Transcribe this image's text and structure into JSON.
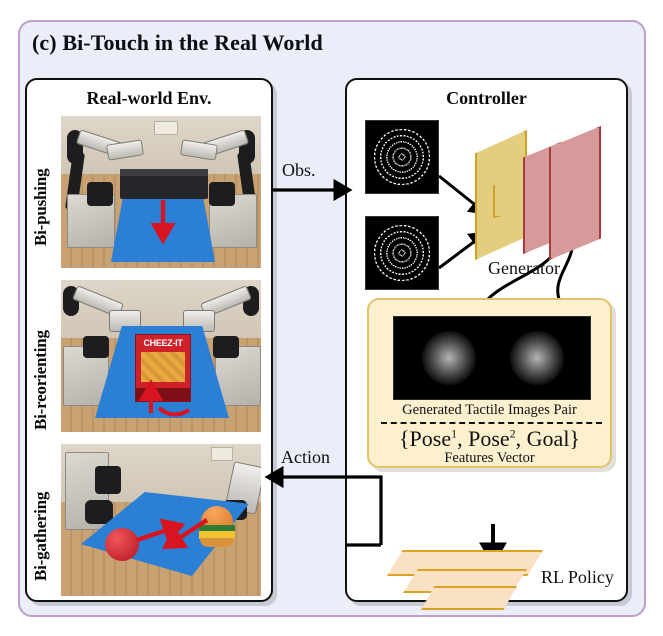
{
  "figure": {
    "title": "(c) Bi-Touch in the Real World",
    "accent_border": "#bfa0cc",
    "background": "#eaeef9"
  },
  "env_panel": {
    "title": "Real-world Env.",
    "rows": [
      {
        "label": "Bi-pushing",
        "caption": "two robot arms pushing a dark block on a blue mat, red arrow pointing down"
      },
      {
        "label": "Bi-reorienting",
        "caption": "two robot arms reorienting a Cheez-It box on a blue mat, curved red arrow"
      },
      {
        "label": "Bi-gathering",
        "caption": "two robot arms gathering a red apple and a burger toy, two red arrows converging"
      }
    ],
    "object_labels": {
      "cracker_box_brand": "CHEEZ-IT"
    }
  },
  "controller_panel": {
    "title": "Controller",
    "generator_label": "Generator",
    "generated_card": {
      "caption": "Generated Tactile Images Pair",
      "features_formula": "{Pose1, Pose2, Goal}",
      "features_caption": "Features Vector"
    },
    "rl_policy_label": "RL Policy"
  },
  "flow": {
    "obs_label": "Obs.",
    "action_label": "Action"
  },
  "colors": {
    "panel_border": "#111111",
    "generator_encoder": "#e3cd7f",
    "generator_decoder": "#d79a9a",
    "card_fill": "#fdf0cf",
    "card_border": "#e2c269",
    "mat_blue": "#2b7fd4",
    "arrow_red": "#d81420",
    "rl_slab_fill": "#fae0c4",
    "rl_slab_border": "#d9a521"
  }
}
